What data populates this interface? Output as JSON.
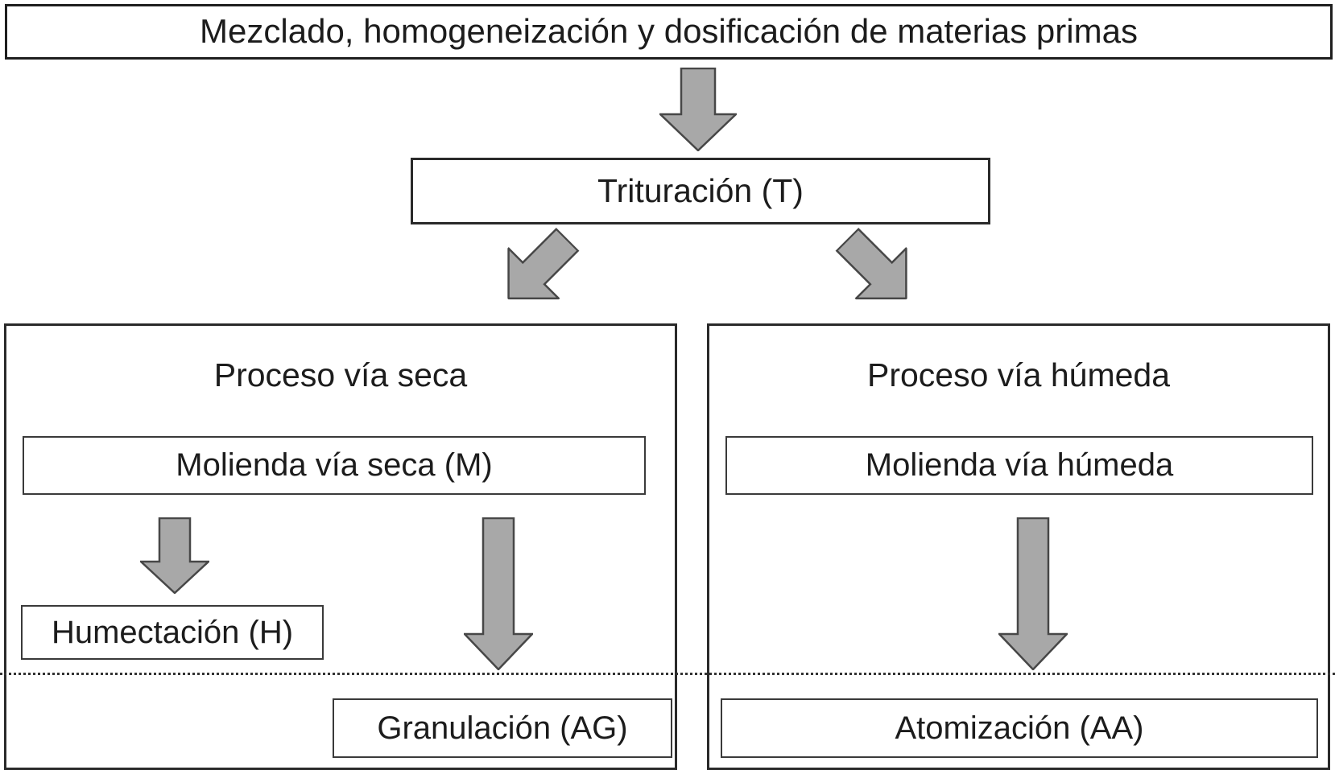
{
  "colors": {
    "arrow_fill": "#a8a8a8"
  },
  "flow": {
    "mixing": "Mezclado, homogeneización y dosificación de materias primas",
    "crushing": "Trituración (T)"
  },
  "dry": {
    "title": "Proceso vía seca",
    "milling": "Molienda vía seca (M)",
    "wetting": "Humectación (H)",
    "granulation": "Granulación (AG)"
  },
  "wet": {
    "title": "Proceso vía húmeda",
    "milling": "Molienda vía húmeda",
    "atomization": "Atomización (AA)"
  }
}
